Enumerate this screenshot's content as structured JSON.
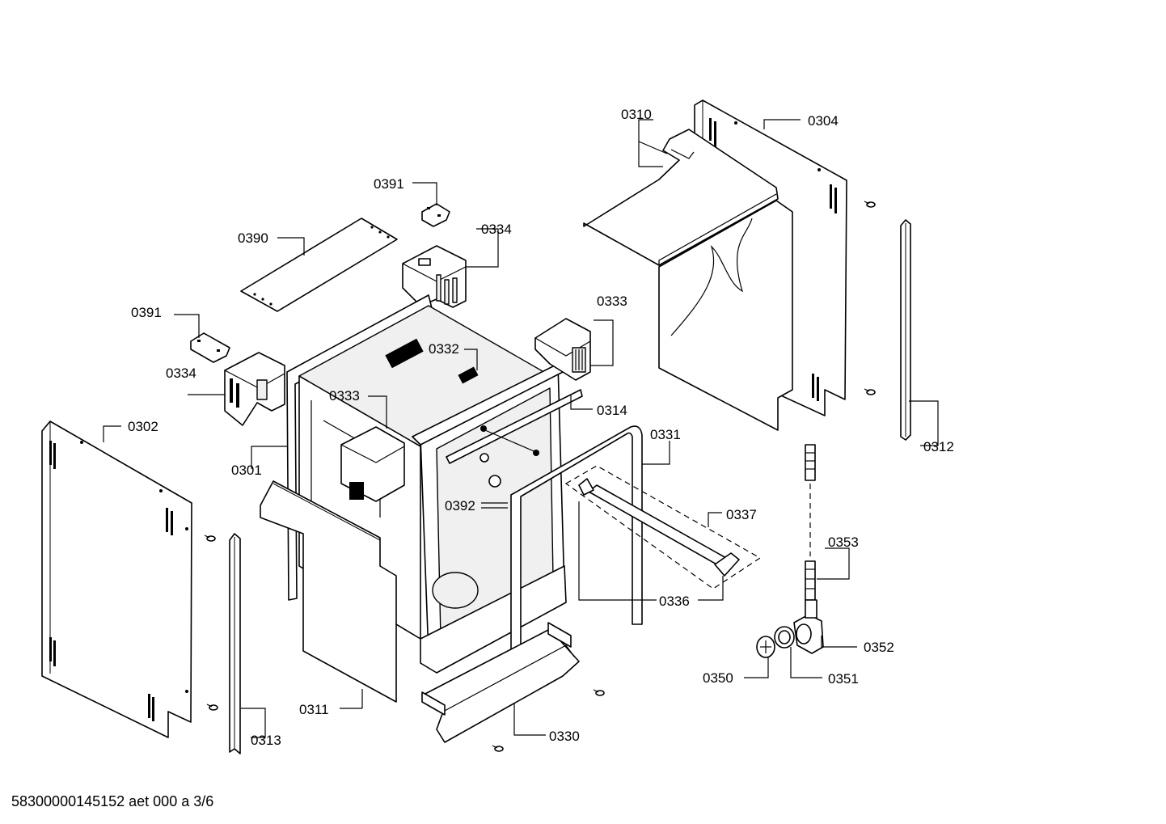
{
  "labels": {
    "p0301": "0301",
    "p0302": "0302",
    "p0304": "0304",
    "p0310": "0310",
    "p0311": "0311",
    "p0312": "0312",
    "p0313": "0313",
    "p0314": "0314",
    "p0330": "0330",
    "p0331": "0331",
    "p0332": "0332",
    "p0333a": "0333",
    "p0333b": "0333",
    "p0334a": "0334",
    "p0334b": "0334",
    "p0336": "0336",
    "p0337": "0337",
    "p0350": "0350",
    "p0351": "0351",
    "p0352": "0352",
    "p0353": "0353",
    "p0390": "0390",
    "p0391a": "0391",
    "p0391b": "0391",
    "p0392": "0392"
  },
  "footer": {
    "doc_id": "58300000145152 aet 000 a 3/6"
  }
}
